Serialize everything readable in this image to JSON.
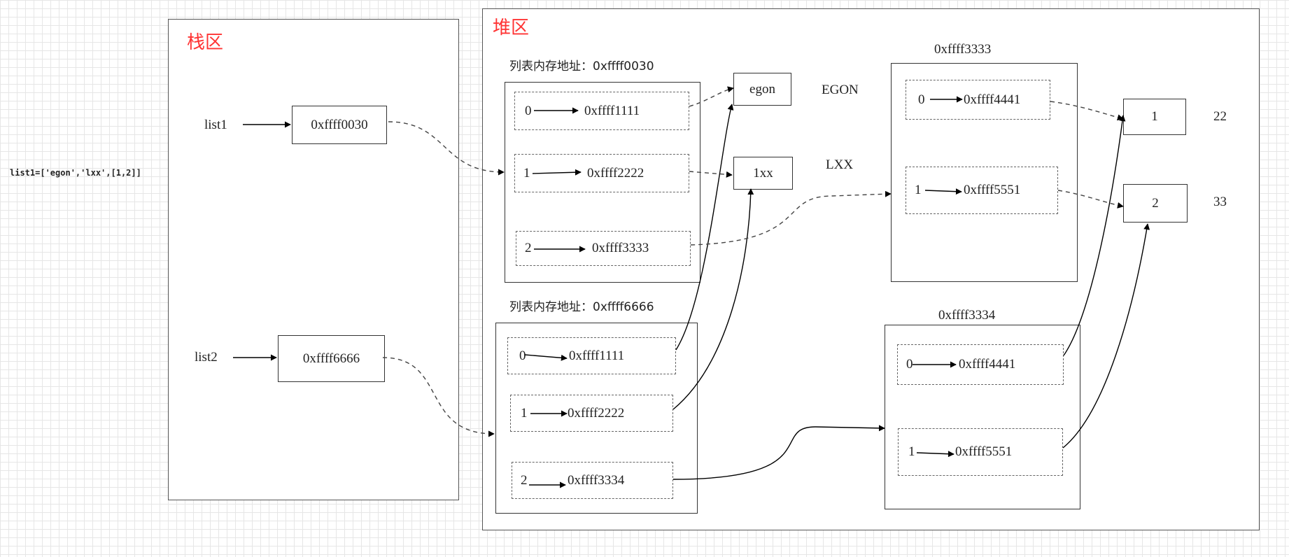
{
  "note": "list1=['egon','lxx',[1,2]]",
  "stack": {
    "title": "栈区",
    "vars": [
      {
        "name": "list1",
        "addr": "0xffff0030"
      },
      {
        "name": "list2",
        "addr": "0xffff6666"
      }
    ]
  },
  "heap": {
    "title": "堆区",
    "list1": {
      "caption": "列表内存地址：0xffff0030",
      "slots": [
        {
          "index": "0",
          "addr": "0xffff1111"
        },
        {
          "index": "1",
          "addr": "0xffff2222"
        },
        {
          "index": "2",
          "addr": "0xffff3333"
        }
      ]
    },
    "list2": {
      "caption": "列表内存地址：0xffff6666",
      "slots": [
        {
          "index": "0",
          "addr": "0xffff1111"
        },
        {
          "index": "1",
          "addr": "0xffff2222"
        },
        {
          "index": "2",
          "addr": "0xffff3334"
        }
      ]
    },
    "strings": [
      {
        "value": "egon",
        "side_label": "EGON"
      },
      {
        "value": "1xx",
        "side_label": "LXX"
      }
    ],
    "sub_a": {
      "caption": "0xffff3333",
      "slots": [
        {
          "index": "0",
          "addr": "0xffff4441"
        },
        {
          "index": "1",
          "addr": "0xffff5551"
        }
      ]
    },
    "sub_b": {
      "caption": "0xffff3334",
      "slots": [
        {
          "index": "0",
          "addr": "0xffff4441"
        },
        {
          "index": "1",
          "addr": "0xffff5551"
        }
      ]
    },
    "ints": [
      {
        "value": "1",
        "side_label": "22"
      },
      {
        "value": "2",
        "side_label": "33"
      }
    ]
  }
}
